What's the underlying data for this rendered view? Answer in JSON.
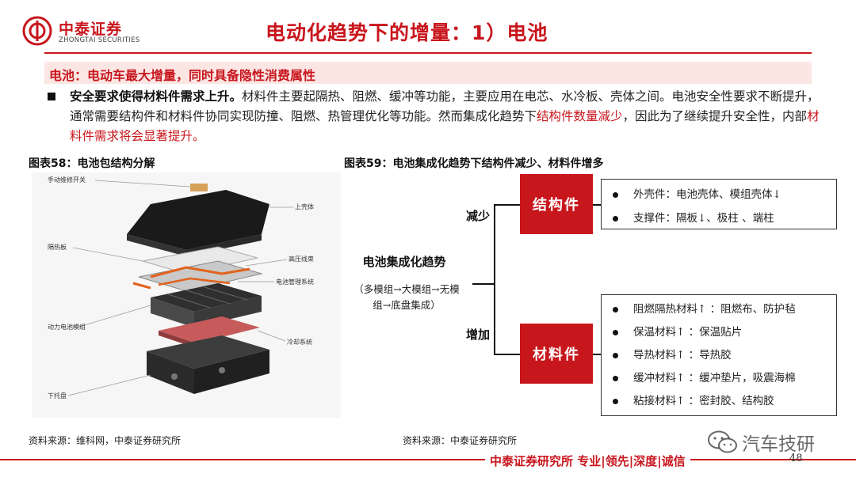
{
  "header": {
    "brand_cn": "中泰证券",
    "brand_en": "ZHONGTAI SECURITIES",
    "title": "电动化趋势下的增量：1）电池",
    "accent_color": "#c8161d"
  },
  "subheading": "电池：电动车最大增量，同时具备隐性消费属性",
  "paragraph": {
    "bold_lead": "安全要求使得材料件需求上升。",
    "text1": "材料件主要起隔热、阻燃、缓冲等功能，主要应用在电芯、水冷板、壳体之间。电池安全性要求不断提升，通常需要结构件和材料件协同实现防撞、阻燃、热管理优化等功能。然而集成化趋势下",
    "highlight1": "结构件数量减少",
    "text2": "，因此为了继续提升安全性，内部",
    "highlight2": "材料件需求将会显著提升。"
  },
  "figure58": {
    "title": "图表58：电池包结构分解",
    "labels": {
      "switch": "手动维修开关",
      "upper_case": "上壳体",
      "pads": "隔热板",
      "hv_harness": "高压线束",
      "bms": "电池管理系统",
      "modules": "动力电池模组",
      "cooling": "冷却系统",
      "tray": "下托盘"
    }
  },
  "figure59": {
    "title": "图表59：电池集成化趋势下结构件减少、材料件增多",
    "root": "电池集成化趋势",
    "root_sub_line1": "（多模组→大模组→无模",
    "root_sub_line2": "组→底盘集成）",
    "branch_decrease": "减少",
    "branch_increase": "增加",
    "structural_label": "结构件",
    "material_label": "材料件",
    "structural_items": [
      "外壳件：电池壳体、模组壳体↓",
      "支撑件：隔板↓、极柱 、端柱"
    ],
    "material_items": [
      "阻燃隔热材料↑ ：阻燃布、防护毡",
      "保温材料↑ ：保温贴片",
      "导热材料↑ ：导热胶",
      "缓冲材料↑ ：缓冲垫片，吸震海棉",
      "粘接材料↑ ：密封胶、结构胶"
    ]
  },
  "sources": {
    "left": "资料来源：维科网，中泰证券研究所",
    "right": "资料来源：中泰证券研究所"
  },
  "footer": {
    "tagline": "中泰证券研究所 专业|领先|深度|诚信",
    "page": "48",
    "watermark": "汽车技研"
  }
}
